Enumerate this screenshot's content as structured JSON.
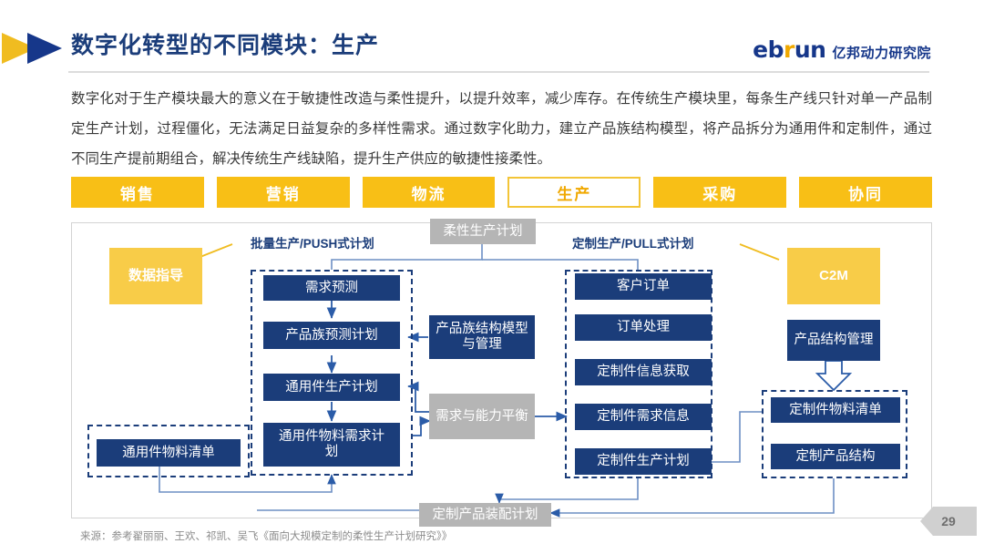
{
  "header": {
    "title": "数字化转型的不同模块：生产",
    "logo_en_a": "eb",
    "logo_en_r": "r",
    "logo_en_b": "un",
    "logo_cn": "亿邦动力研究院"
  },
  "body_copy": "数字化对于生产模块最大的意义在于敏捷性改造与柔性提升，以提升效率，减少库存。在传统生产模块里，每条生产线只针对单一产品制定生产计划，过程僵化，无法满足日益复杂的多样性需求。通过数字化助力，建立产品族结构模型，将产品拆分为通用件和定制件，通过不同生产提前期组合，解决传统生产线缺陷，提升生产供应的敏捷性接柔性。",
  "tabs": [
    {
      "label": "销售",
      "active": false
    },
    {
      "label": "营销",
      "active": false
    },
    {
      "label": "物流",
      "active": false
    },
    {
      "label": "生产",
      "active": true
    },
    {
      "label": "采购",
      "active": false
    },
    {
      "label": "协同",
      "active": false
    }
  ],
  "diagram": {
    "group_labels": {
      "center_top": "柔性生产计划",
      "left": "批量生产/PUSH式计划",
      "right": "定制生产/PULL式计划"
    },
    "nodes": {
      "data_guide": "数据指导",
      "c2m": "C2M",
      "demand_forecast": "需求预测",
      "family_forecast_plan": "产品族预测计划",
      "common_part_prod_plan": "通用件生产计划",
      "common_part_material_plan": "通用件物料需求计划",
      "common_part_bom": "通用件物料清单",
      "family_structure_model": "产品族结构模型与管理",
      "demand_capacity_balance": "需求与能力平衡",
      "customer_order": "客户订单",
      "order_processing": "订单处理",
      "custom_part_info": "定制件信息获取",
      "custom_part_demand": "定制件需求信息",
      "custom_part_plan": "定制件生产计划",
      "product_structure_mgmt": "产品结构管理",
      "custom_part_bom": "定制件物料清单",
      "custom_product_structure": "定制产品结构",
      "assembly_plan": "定制产品装配计划"
    }
  },
  "footer": {
    "source": "来源：参考翟丽丽、王欢、祁凯、吴飞《面向大规模定制的柔性生产计划研究》》",
    "page_number": "29"
  },
  "colors": {
    "navy": "#1b3d7a",
    "yellow": "#f8bf16",
    "yellow_soft": "#f8cc48",
    "gray": "#b5b5b5"
  }
}
